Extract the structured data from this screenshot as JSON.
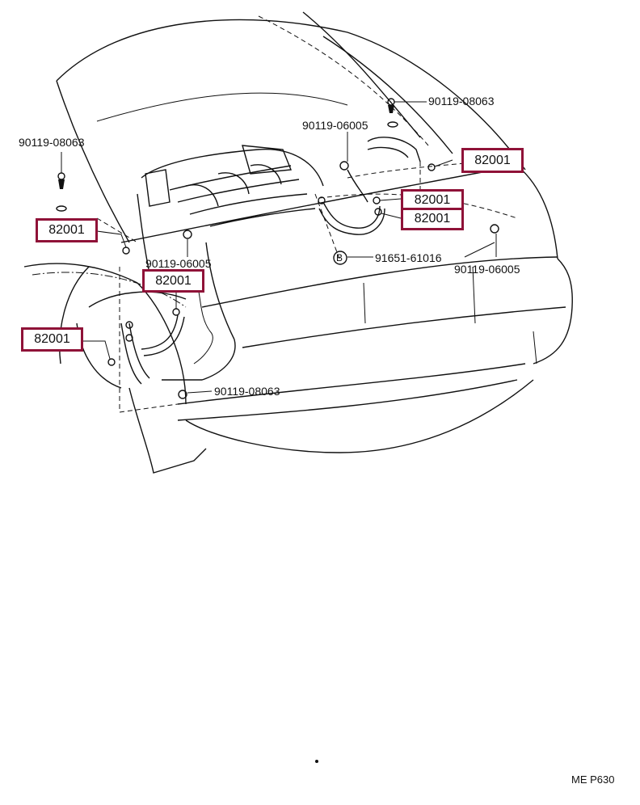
{
  "diagram": {
    "title": "",
    "code": "ME P630"
  },
  "labels": {
    "p90119_08063_top": "90119-08063",
    "p90119_06005_top": "90119-06005",
    "p90119_08063_left": "90119-08063",
    "p90119_06005_mid": "90119-06005",
    "p91651_61016": "91651-61016",
    "p90119_06005_right": "90119-06005",
    "p90119_08063_bottom": "90119-08063",
    "b_marker": "B"
  },
  "hotspots": {
    "h1": "82001",
    "h2": "82001",
    "h3": "82001",
    "h4": "82001",
    "h5": "82001",
    "h6": "82001"
  },
  "colors": {
    "highlight": "#8f1238",
    "line": "#111111"
  }
}
